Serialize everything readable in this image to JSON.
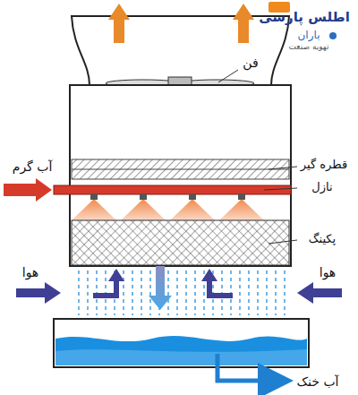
{
  "diagram": {
    "labels": [
      "اطلس پارسی",
      "باران",
      "تهویه صنعت",
      "فن",
      "آب گرم",
      "قطره گیر",
      "نازل",
      "پکینگ",
      "هوا",
      "هوا",
      "آب خنک"
    ]
  }
}
